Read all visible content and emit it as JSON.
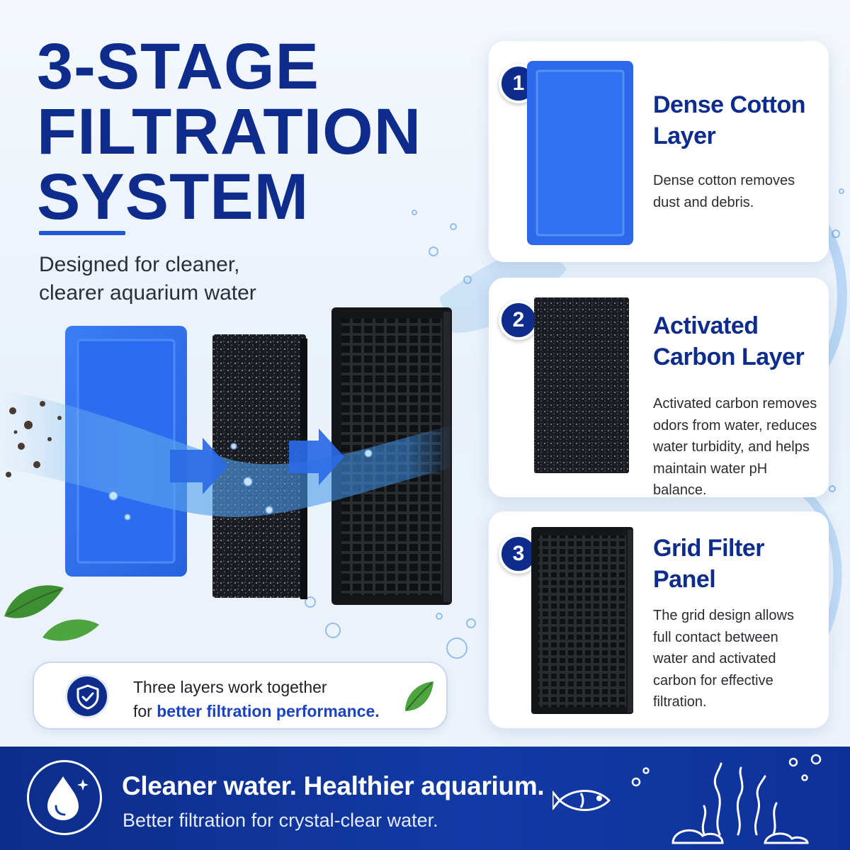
{
  "headline": {
    "lines": [
      "3-STAGE",
      "FILTRATION",
      "SYSTEM"
    ]
  },
  "subtitle": {
    "lines": [
      "Designed for cleaner,",
      "clearer aquarium water"
    ]
  },
  "stages": [
    {
      "number": "1",
      "title_lines": [
        "Dense Cotton",
        "Layer"
      ],
      "desc_lines": [
        "Dense cotton removes",
        "dust and debris."
      ]
    },
    {
      "number": "2",
      "title_lines": [
        "Activated",
        "Carbon Layer"
      ],
      "desc_lines": [
        "Activated carbon removes",
        "odors from water, reduces",
        "water turbidity, and helps",
        "maintain water pH balance."
      ]
    },
    {
      "number": "3",
      "title_lines": [
        "Grid Filter",
        "Panel"
      ],
      "desc_lines": [
        "The grid design allows",
        "full contact between",
        "water and activated",
        "carbon for effective",
        "filtration."
      ]
    }
  ],
  "callout": {
    "line1": "Three layers work together",
    "line2_prefix": "for ",
    "line2_emphasis": "better filtration performance."
  },
  "banner": {
    "tagline": "Cleaner water. Healthier aquarium.",
    "subline": "Better filtration for crystal-clear water."
  },
  "colors": {
    "brand_navy": "#0d2c8c",
    "accent_blue": "#1f58d6",
    "foam_blue": "#2f6ff0",
    "carbon_black": "#1a1b1f",
    "banner_blue": "#123aa6"
  },
  "icons": {
    "stage_badges": "number-badge",
    "callout": "shield-check-icon",
    "banner_left": "water-drop-sparkle-icon",
    "banner_right": [
      "fish-icon",
      "seaweed-icon",
      "bubbles-icon",
      "pebbles-icon"
    ],
    "decor": [
      "leaf-icon",
      "water-splash",
      "debris-particles",
      "flow-arrow-icon"
    ]
  }
}
